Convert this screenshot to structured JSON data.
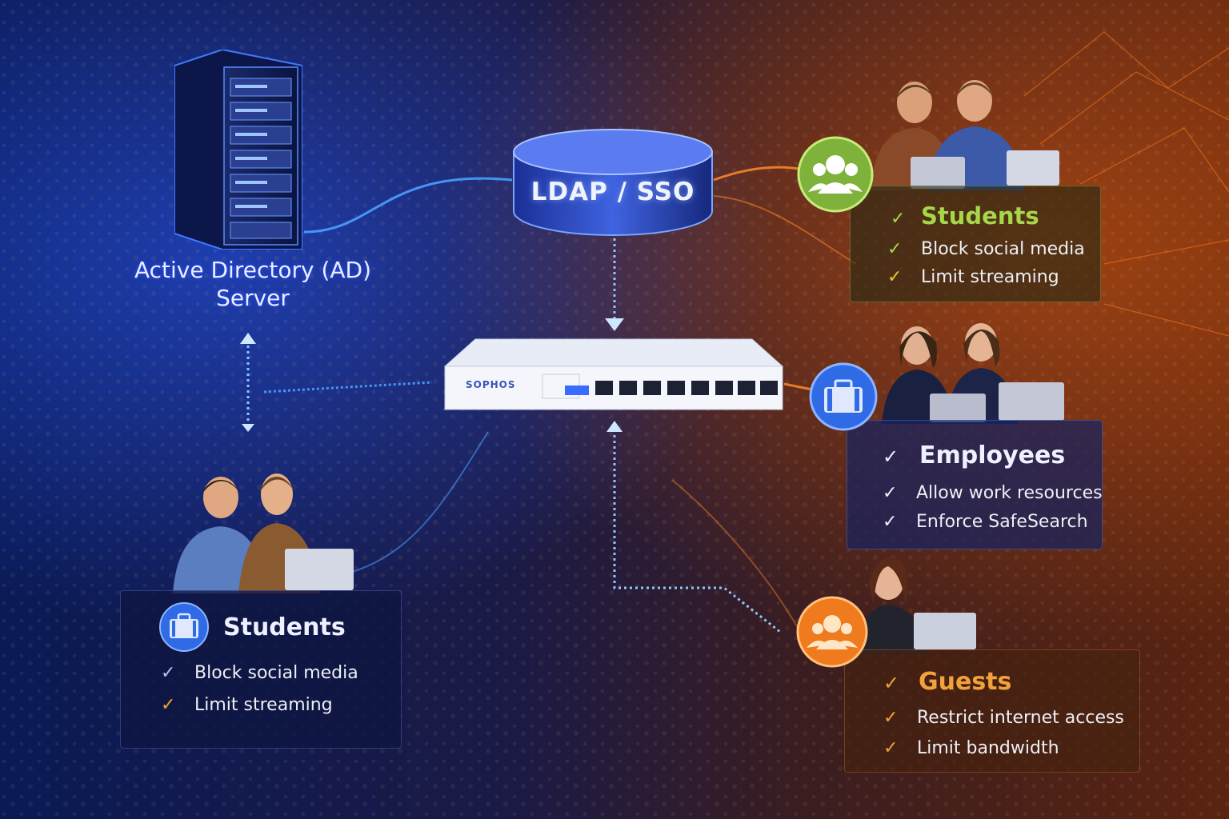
{
  "ldap": {
    "label": "LDAP / SSO"
  },
  "ad_server": {
    "label_line1": "Active Directory (AD)",
    "label_line2": "Server"
  },
  "firewall": {
    "brand": "SOPHOS"
  },
  "groups": {
    "students_top": {
      "title": "Students",
      "items": [
        "Block social media",
        "Limit streaming"
      ],
      "icon": "users-icon",
      "color": "#7fb23a"
    },
    "employees": {
      "title": "Employees",
      "items": [
        "Allow work resources",
        "Enforce SafeSearch"
      ],
      "icon": "briefcase-icon",
      "color": "#2f6be6"
    },
    "guests": {
      "title": "Guests",
      "items": [
        "Restrict internet access",
        "Limit bandwidth"
      ],
      "icon": "users-icon",
      "color": "#f07a1e"
    },
    "students_left": {
      "title": "Students",
      "items": [
        "Block social media",
        "Limit streaming"
      ],
      "icon": "briefcase-icon",
      "color": "#2f6be6"
    }
  },
  "colors": {
    "blue_glow": "#2a6bff",
    "orange_glow": "#ff7a1a",
    "check_green": "#a6d64a",
    "check_orange": "#f3a13a"
  }
}
